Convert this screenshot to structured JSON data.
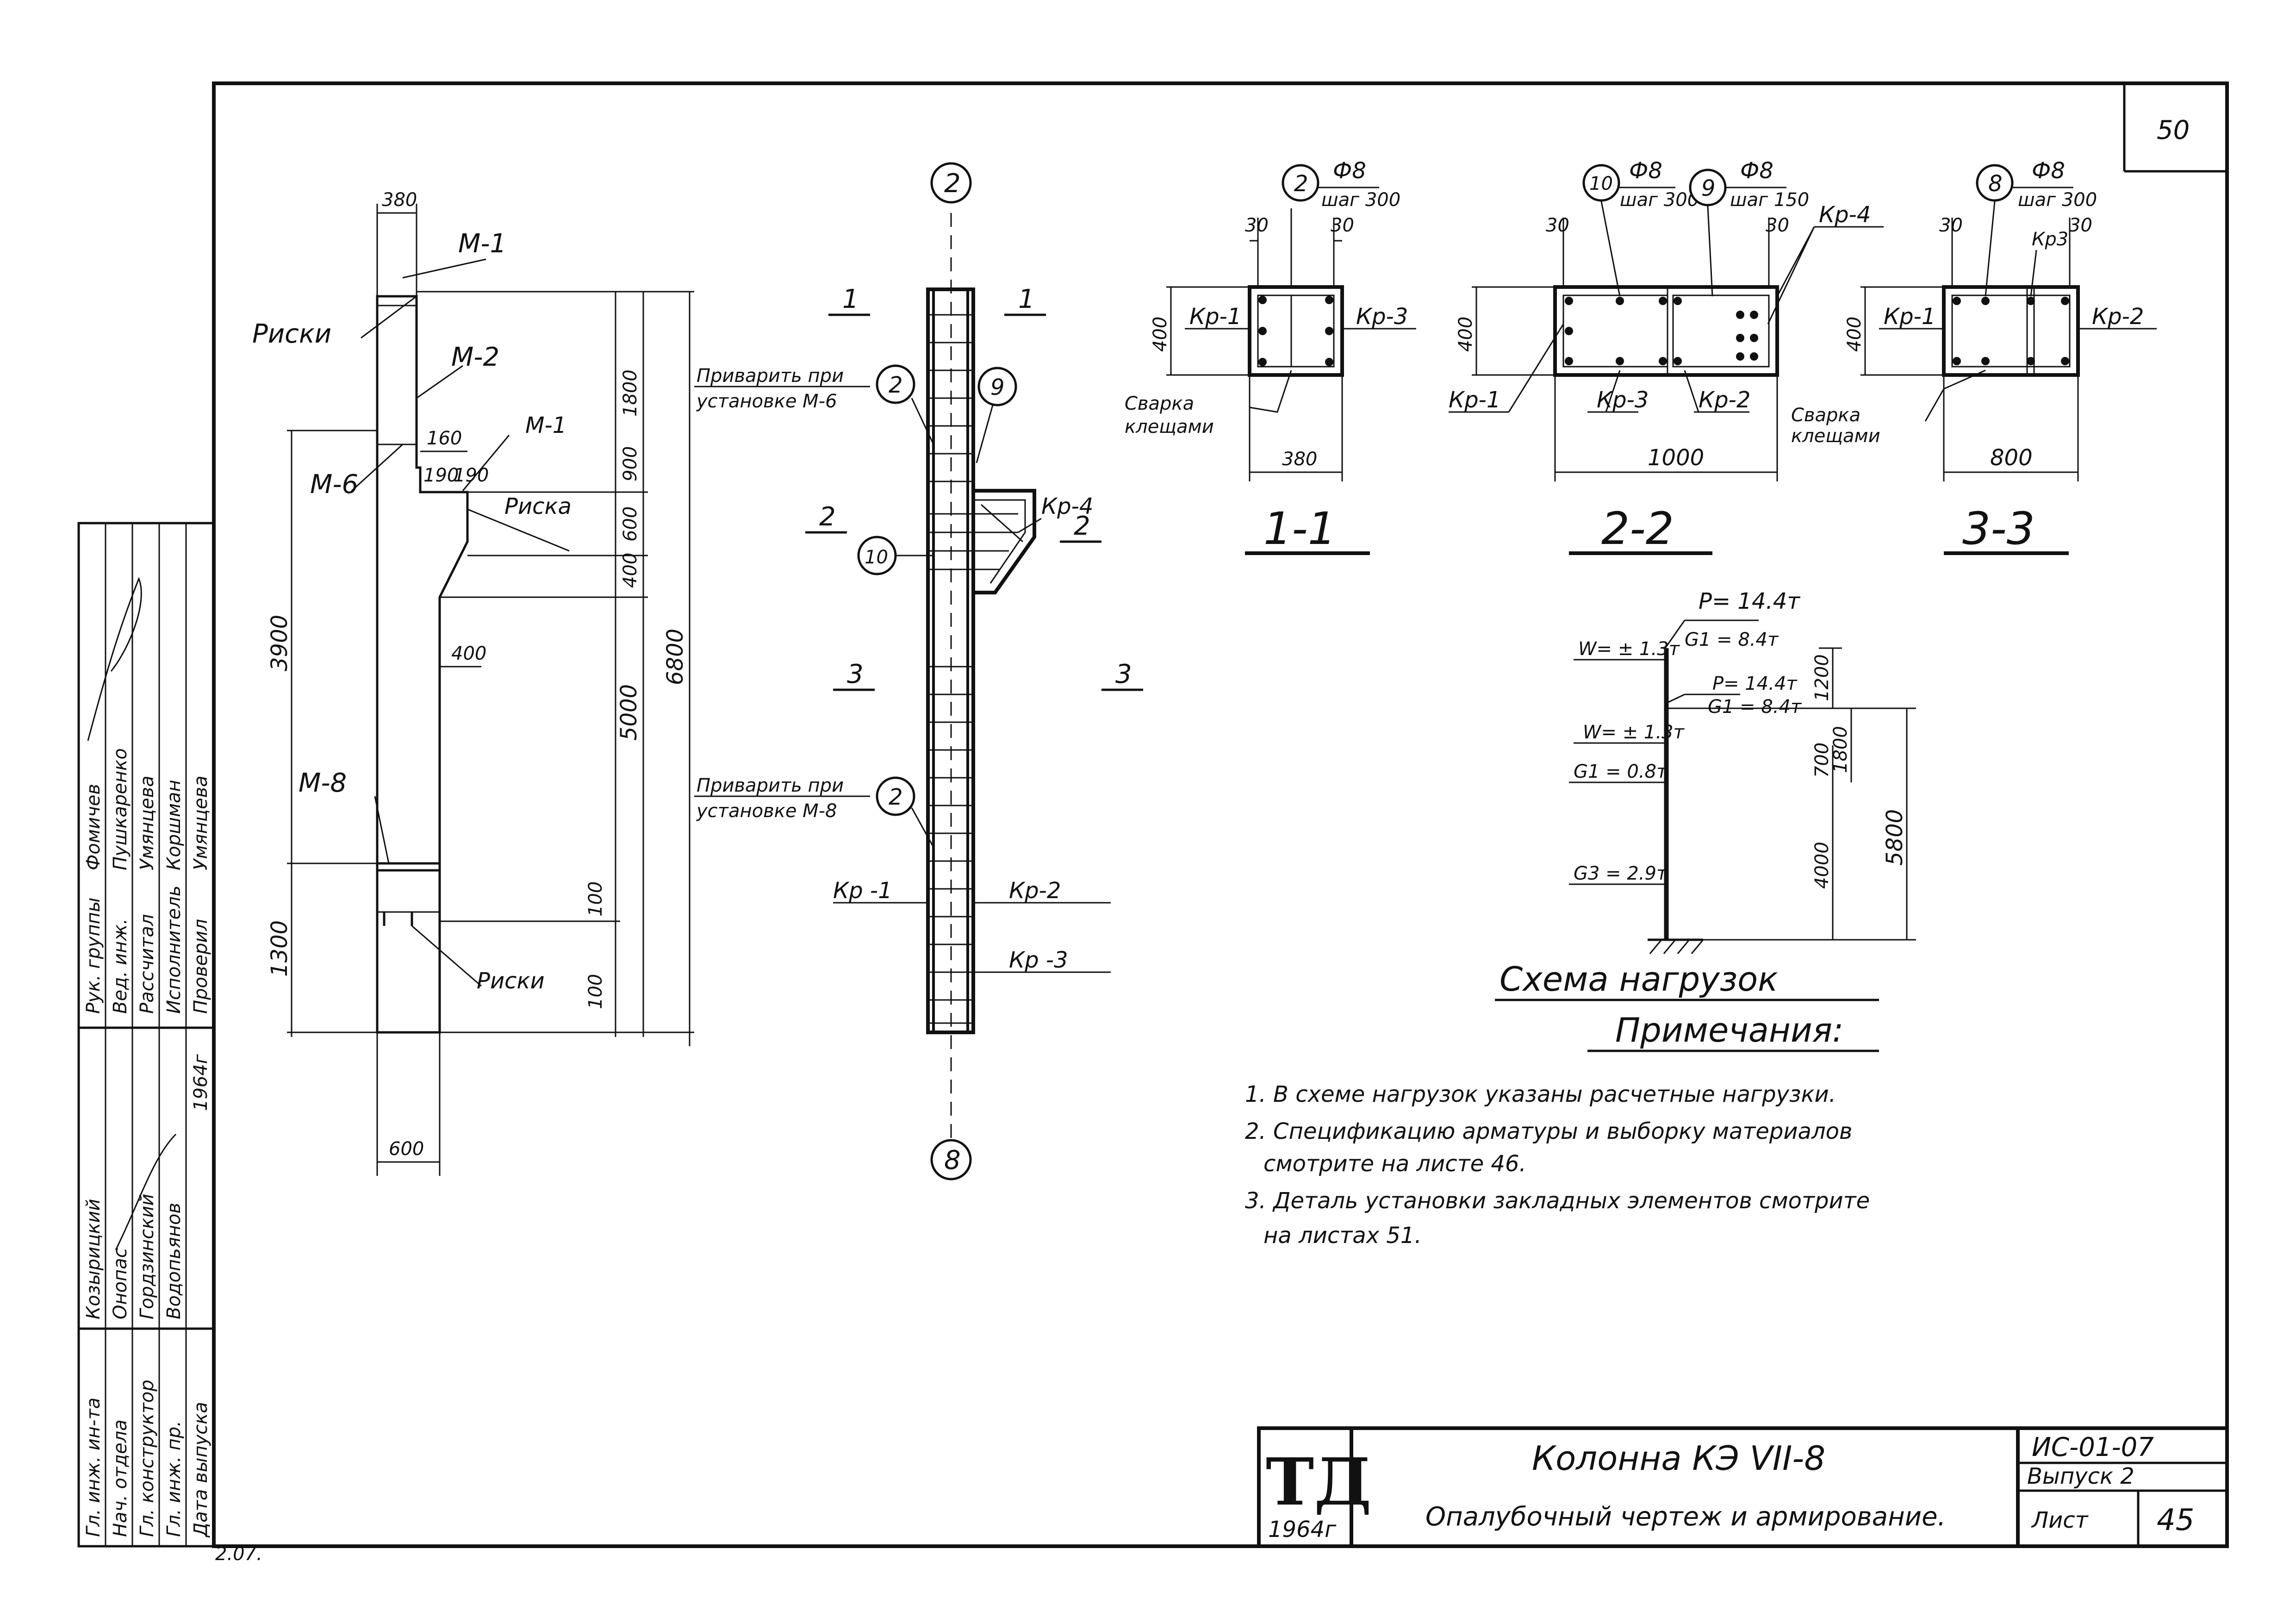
{
  "sheet": {
    "corner_number": "50",
    "stamp_bottom_left": "2.07.",
    "margin_mark": "1964г"
  },
  "elevation": {
    "dims": {
      "top_width": "380",
      "bottom_width": "600",
      "step_190a": "190",
      "step_190b": "190",
      "step_160": "160",
      "shoulder_400": "400",
      "h_1800": "1800",
      "h_900": "900",
      "h_600": "600",
      "h_400": "400",
      "h_5000": "5000",
      "h_6800": "6800",
      "h_3900": "3900",
      "h_1300": "1300",
      "h_100a": "100",
      "h_100b": "100"
    },
    "labels": {
      "m1_top": "М-1",
      "riski_top": "Риски",
      "m2": "М-2",
      "m1_mid": "М-1",
      "m6": "М-6",
      "riska": "Риска",
      "m8": "М-8",
      "riski_bottom": "Риски"
    }
  },
  "reinforcement": {
    "axis_top": "2",
    "axis_bottom": "8",
    "section_marks": {
      "s1_left": "1",
      "s1_right": "1",
      "s2_left": "2",
      "s2_right": "2",
      "s3_left": "3",
      "s3_right": "3"
    },
    "note_top_line1": "Приварить при",
    "note_top_line2": "установке М-6",
    "note_bottom_line1": "Приварить при",
    "note_bottom_line2": "установке М-8",
    "pos_2_top": "2",
    "pos_9": "9",
    "pos_10": "10",
    "pos_2_bottom": "2",
    "kr4": "Кр-4",
    "kr1": "Кр -1",
    "kr2": "Кр-2",
    "kr3": "Кр -3"
  },
  "sections": {
    "s11": {
      "title": "1-1",
      "pos": "2",
      "dia": "Ф8",
      "step": "шаг 300",
      "c30a": "30",
      "c30b": "30",
      "h400": "400",
      "w380": "380",
      "kr_left": "Кр-1",
      "kr_right": "Кр-3",
      "weld1": "Сварка",
      "weld2": "клещами"
    },
    "s22": {
      "title": "2-2",
      "pos_a": "10",
      "dia_a": "Ф8",
      "step_a": "шаг 300",
      "pos_b": "9",
      "dia_b": "Ф8",
      "step_b": "шаг 150",
      "c30a": "30",
      "c30b": "30",
      "h400": "400",
      "w1000": "1000",
      "kr4": "Кр-4",
      "kr1": "Кр-1",
      "kr3": "Кр-3",
      "kr2": "Кр-2"
    },
    "s33": {
      "title": "3-3",
      "pos": "8",
      "dia": "Ф8",
      "step": "шаг 300",
      "c30a": "30",
      "c30b": "30",
      "kr3": "Кр3",
      "h400": "400",
      "w800": "800",
      "kr_left": "Кр-1",
      "kr_right": "Кр-2",
      "weld1": "Сварка",
      "weld2": "клещами"
    }
  },
  "load_scheme": {
    "title": "Схема нагрузок",
    "p_top": "P= 14.4т",
    "g1_top": "G1 = 8.4т",
    "w_top": "W= ± 1.3т",
    "p_mid": "P= 14.4т",
    "g1_mid": "G1 = 8.4т",
    "w_mid": "W= ± 1.3т",
    "g1_low": "G1 = 0.8т",
    "g3": "G3 = 2.9т",
    "d1200": "1200",
    "d700": "700",
    "d1800": "1800",
    "d4000": "4000",
    "d5800": "5800"
  },
  "notes": {
    "title": "Примечания:",
    "items": [
      "1. В схеме нагрузок указаны расчетные нагрузки.",
      "2. Спецификацию арматуры и выборку материалов",
      "смотрите на листе 46.",
      "3. Деталь установки закладных элементов смотрите",
      "на листах 51."
    ]
  },
  "title_block": {
    "logo": "ТД",
    "year": "1964г",
    "name": "Колонна КЭ VII-8",
    "subtitle": "Опалубочный чертеж и армирование.",
    "code": "ИС-01-07",
    "issue": "Выпуск 2",
    "sheet_label": "Лист",
    "sheet_no": "45"
  },
  "side_stamp": {
    "roles": [
      "Гл. инж. ин-та",
      "Нач. отдела",
      "Гл. конструктор",
      "Гл. инж. пр.",
      "Дата выпуска"
    ],
    "names": [
      "Козырицкий",
      "Онопас",
      "Гордзинский",
      "Водопьянов",
      ""
    ],
    "roles2": [
      "Рук. группы",
      "Вед. инж.",
      "Рассчитал",
      "Исполнитель",
      "Проверил"
    ],
    "names2": [
      "Фомичев",
      "Пушкаренко",
      "Умянцева",
      "Коршман",
      "Умянцева"
    ],
    "date": "1964г"
  }
}
